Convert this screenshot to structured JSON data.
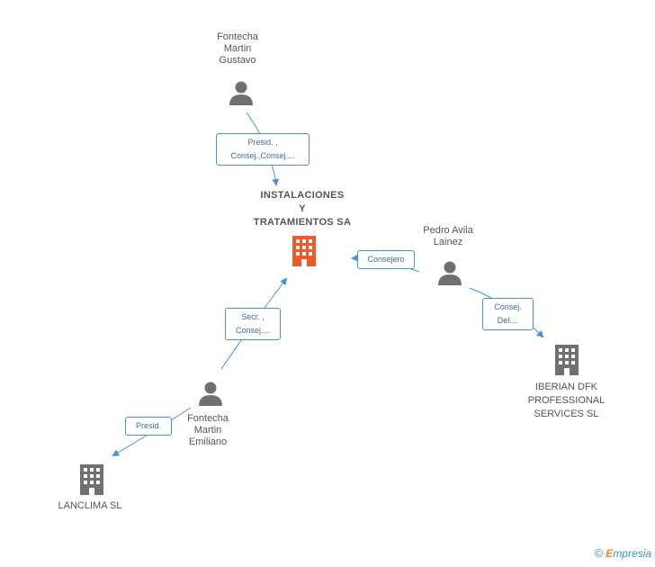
{
  "nodes": {
    "gustavo": {
      "lines": [
        "Fontecha",
        "Martin",
        "Gustavo"
      ]
    },
    "center": {
      "lines": [
        "INSTALACIONES",
        "Y",
        "TRATAMIENTOS SA"
      ]
    },
    "pedro": {
      "lines": [
        "Pedro Avila",
        "Lainez"
      ]
    },
    "iberian": {
      "lines": [
        "IBERIAN DFK",
        "PROFESSIONAL",
        "SERVICES SL"
      ]
    },
    "emiliano": {
      "lines": [
        "Fontecha",
        "Martin",
        "Emiliano"
      ]
    },
    "lanclima": {
      "lines": [
        "LANCLIMA SL"
      ]
    }
  },
  "relations": {
    "gustavo_center": [
      "Presid. ,",
      "Consej.,Consej...."
    ],
    "pedro_center": [
      "Consejero"
    ],
    "pedro_iberian": [
      "Consej.",
      "Del...."
    ],
    "emiliano_center": [
      "Secr. ,",
      "Consej...."
    ],
    "emiliano_lanclima": [
      "Presid."
    ]
  },
  "colors": {
    "center_company": "#f05a28",
    "company": "#707070",
    "person": "#707070",
    "link": "#4a90d9"
  },
  "footer": {
    "copyright": "©",
    "brand_first": "E",
    "brand_rest": "mpresia"
  }
}
